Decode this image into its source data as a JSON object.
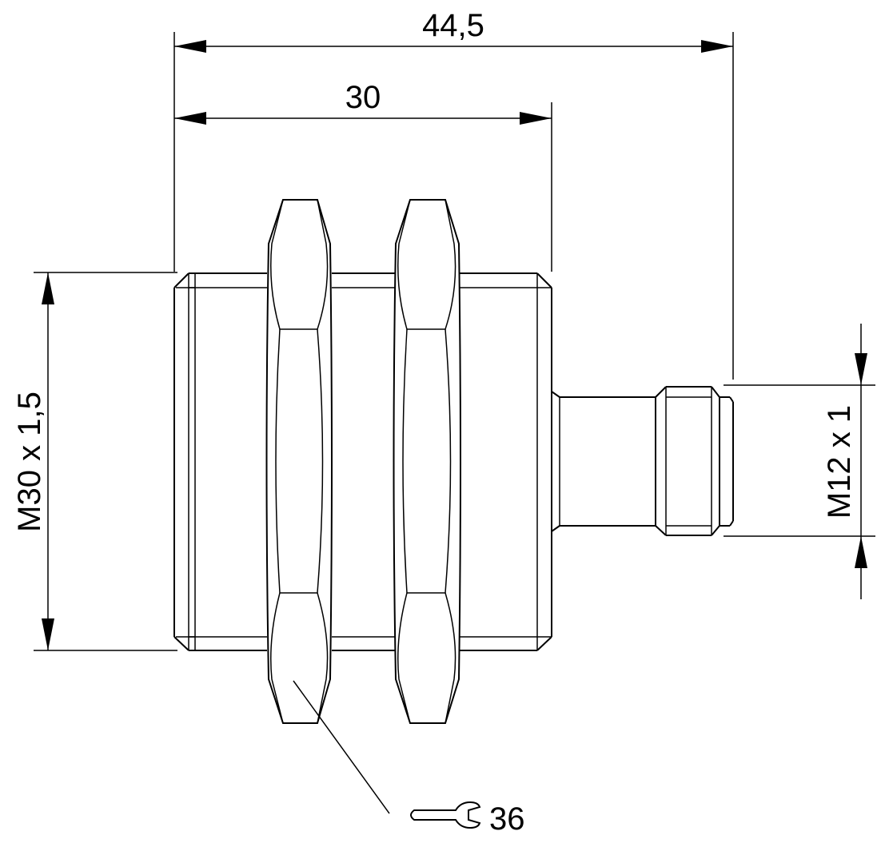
{
  "dimensions": {
    "overall_length": "44,5",
    "thread_length": "30",
    "main_thread": "M30 x 1,5",
    "connector_thread": "M12 x 1",
    "wrench_size": "36"
  },
  "icons": {
    "wrench": "wrench-icon"
  }
}
